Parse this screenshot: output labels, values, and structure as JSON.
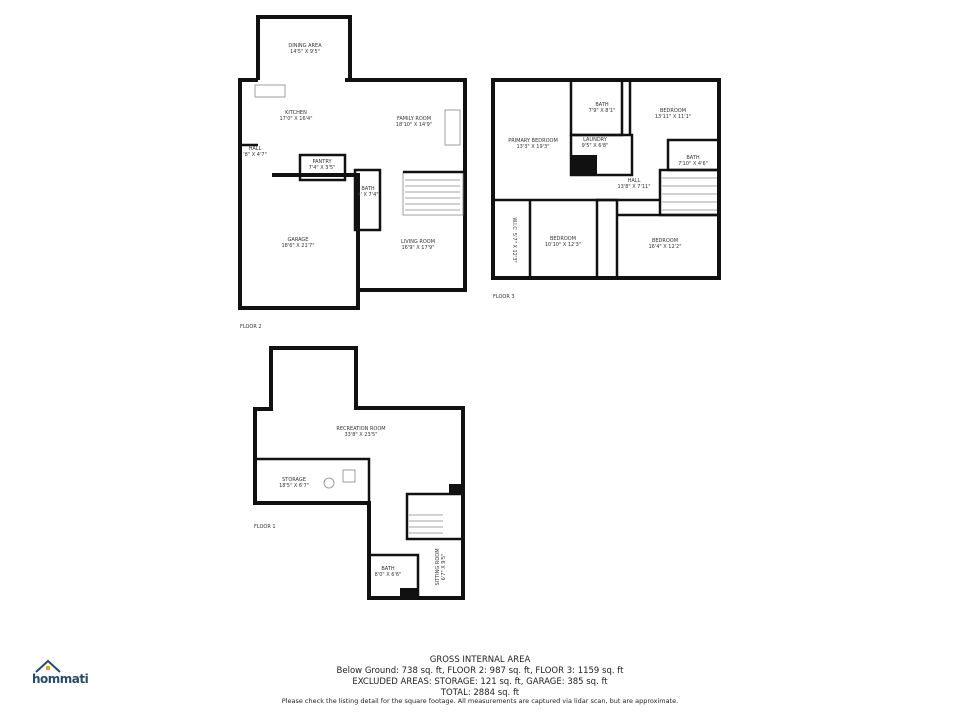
{
  "floors": {
    "floor2": {
      "label": "FLOOR 2",
      "rooms": [
        {
          "name": "DINING AREA",
          "size": "14'5\" X 9'5\""
        },
        {
          "name": "KITCHEN",
          "size": "17'0\" X 16'4\""
        },
        {
          "name": "FAMILY ROOM",
          "size": "18'10\" X 14'9\""
        },
        {
          "name": "HALL",
          "size": "'8\" X 4'7\""
        },
        {
          "name": "PANTRY",
          "size": "7'4\" X 3'5\""
        },
        {
          "name": "BATH",
          "size": "4' X 7'4\""
        },
        {
          "name": "GARAGE",
          "size": "18'6\" X 21'7\""
        },
        {
          "name": "LIVING ROOM",
          "size": "16'9\" X 17'9\""
        }
      ]
    },
    "floor3": {
      "label": "FLOOR 3",
      "rooms": [
        {
          "name": "PRIMARY BEDROOM",
          "size": "13'3\" X 19'3\""
        },
        {
          "name": "BATH",
          "size": "7'9\" X 8'1\""
        },
        {
          "name": "LAUNDRY",
          "size": "9'5\" X 6'8\""
        },
        {
          "name": "BEDROOM",
          "size": "13'11\" X 11'1\""
        },
        {
          "name": "BATH",
          "size": "7'10\" X 4'6\""
        },
        {
          "name": "HALL",
          "size": "13'8\" X 7'11\""
        },
        {
          "name": "W.I.C",
          "size": "5'7\" X 12'3\""
        },
        {
          "name": "BEDROOM",
          "size": "10'10\" X 12'3\""
        },
        {
          "name": "BEDROOM",
          "size": "16'4\" X 12'2\""
        }
      ]
    },
    "floor1": {
      "label": "FLOOR 1",
      "rooms": [
        {
          "name": "RECREATION ROOM",
          "size": "33'8\" X 23'5\""
        },
        {
          "name": "STORAGE",
          "size": "18'5\" X 6'7\""
        },
        {
          "name": "BATH",
          "size": "8'0\" X 6'6\""
        },
        {
          "name": "SITTING ROOM",
          "size": "6'7\" X 9'5\""
        }
      ]
    }
  },
  "summary": {
    "heading": "GROSS INTERNAL AREA",
    "line1": "Below Ground: 738 sq. ft, FLOOR 2: 987 sq. ft, FLOOR 3: 1159 sq. ft",
    "line2": "EXCLUDED AREAS: STORAGE: 121 sq. ft, GARAGE: 385 sq. ft",
    "total": "TOTAL: 2884 sq. ft",
    "disclaimer": "Please check the listing detail for the square footage. All measurements are captured via lidar scan, but are approximate."
  },
  "brand": {
    "logo_text": "hommati",
    "color": "#2a4a6a",
    "accent": "#e8a030"
  }
}
